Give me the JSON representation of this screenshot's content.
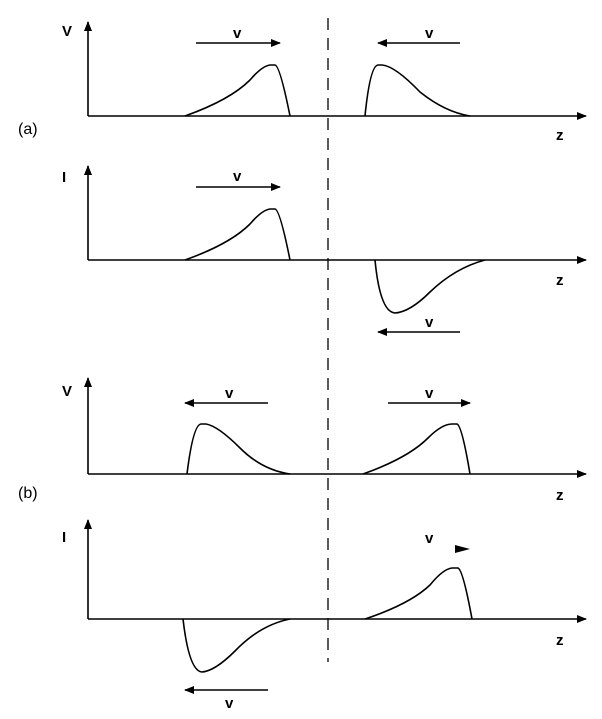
{
  "dashed_line": "symmetry-plane",
  "panels": [
    {
      "id": "a-voltage",
      "y_label": "V",
      "x_label": "z",
      "group_label": "(a)",
      "arrows": [
        {
          "label": "v",
          "direction": "right"
        },
        {
          "label": "v",
          "direction": "left"
        }
      ]
    },
    {
      "id": "a-current",
      "y_label": "I",
      "x_label": "z",
      "arrows": [
        {
          "label": "v",
          "direction": "right"
        },
        {
          "label": "v",
          "direction": "left"
        }
      ]
    },
    {
      "id": "b-voltage",
      "y_label": "V",
      "x_label": "z",
      "group_label": "(b)",
      "arrows": [
        {
          "label": "v",
          "direction": "left"
        },
        {
          "label": "v",
          "direction": "right"
        }
      ]
    },
    {
      "id": "b-current",
      "y_label": "I",
      "x_label": "z",
      "arrows": [
        {
          "label": "v",
          "direction": "right"
        },
        {
          "label": "v",
          "direction": "left"
        }
      ]
    }
  ]
}
